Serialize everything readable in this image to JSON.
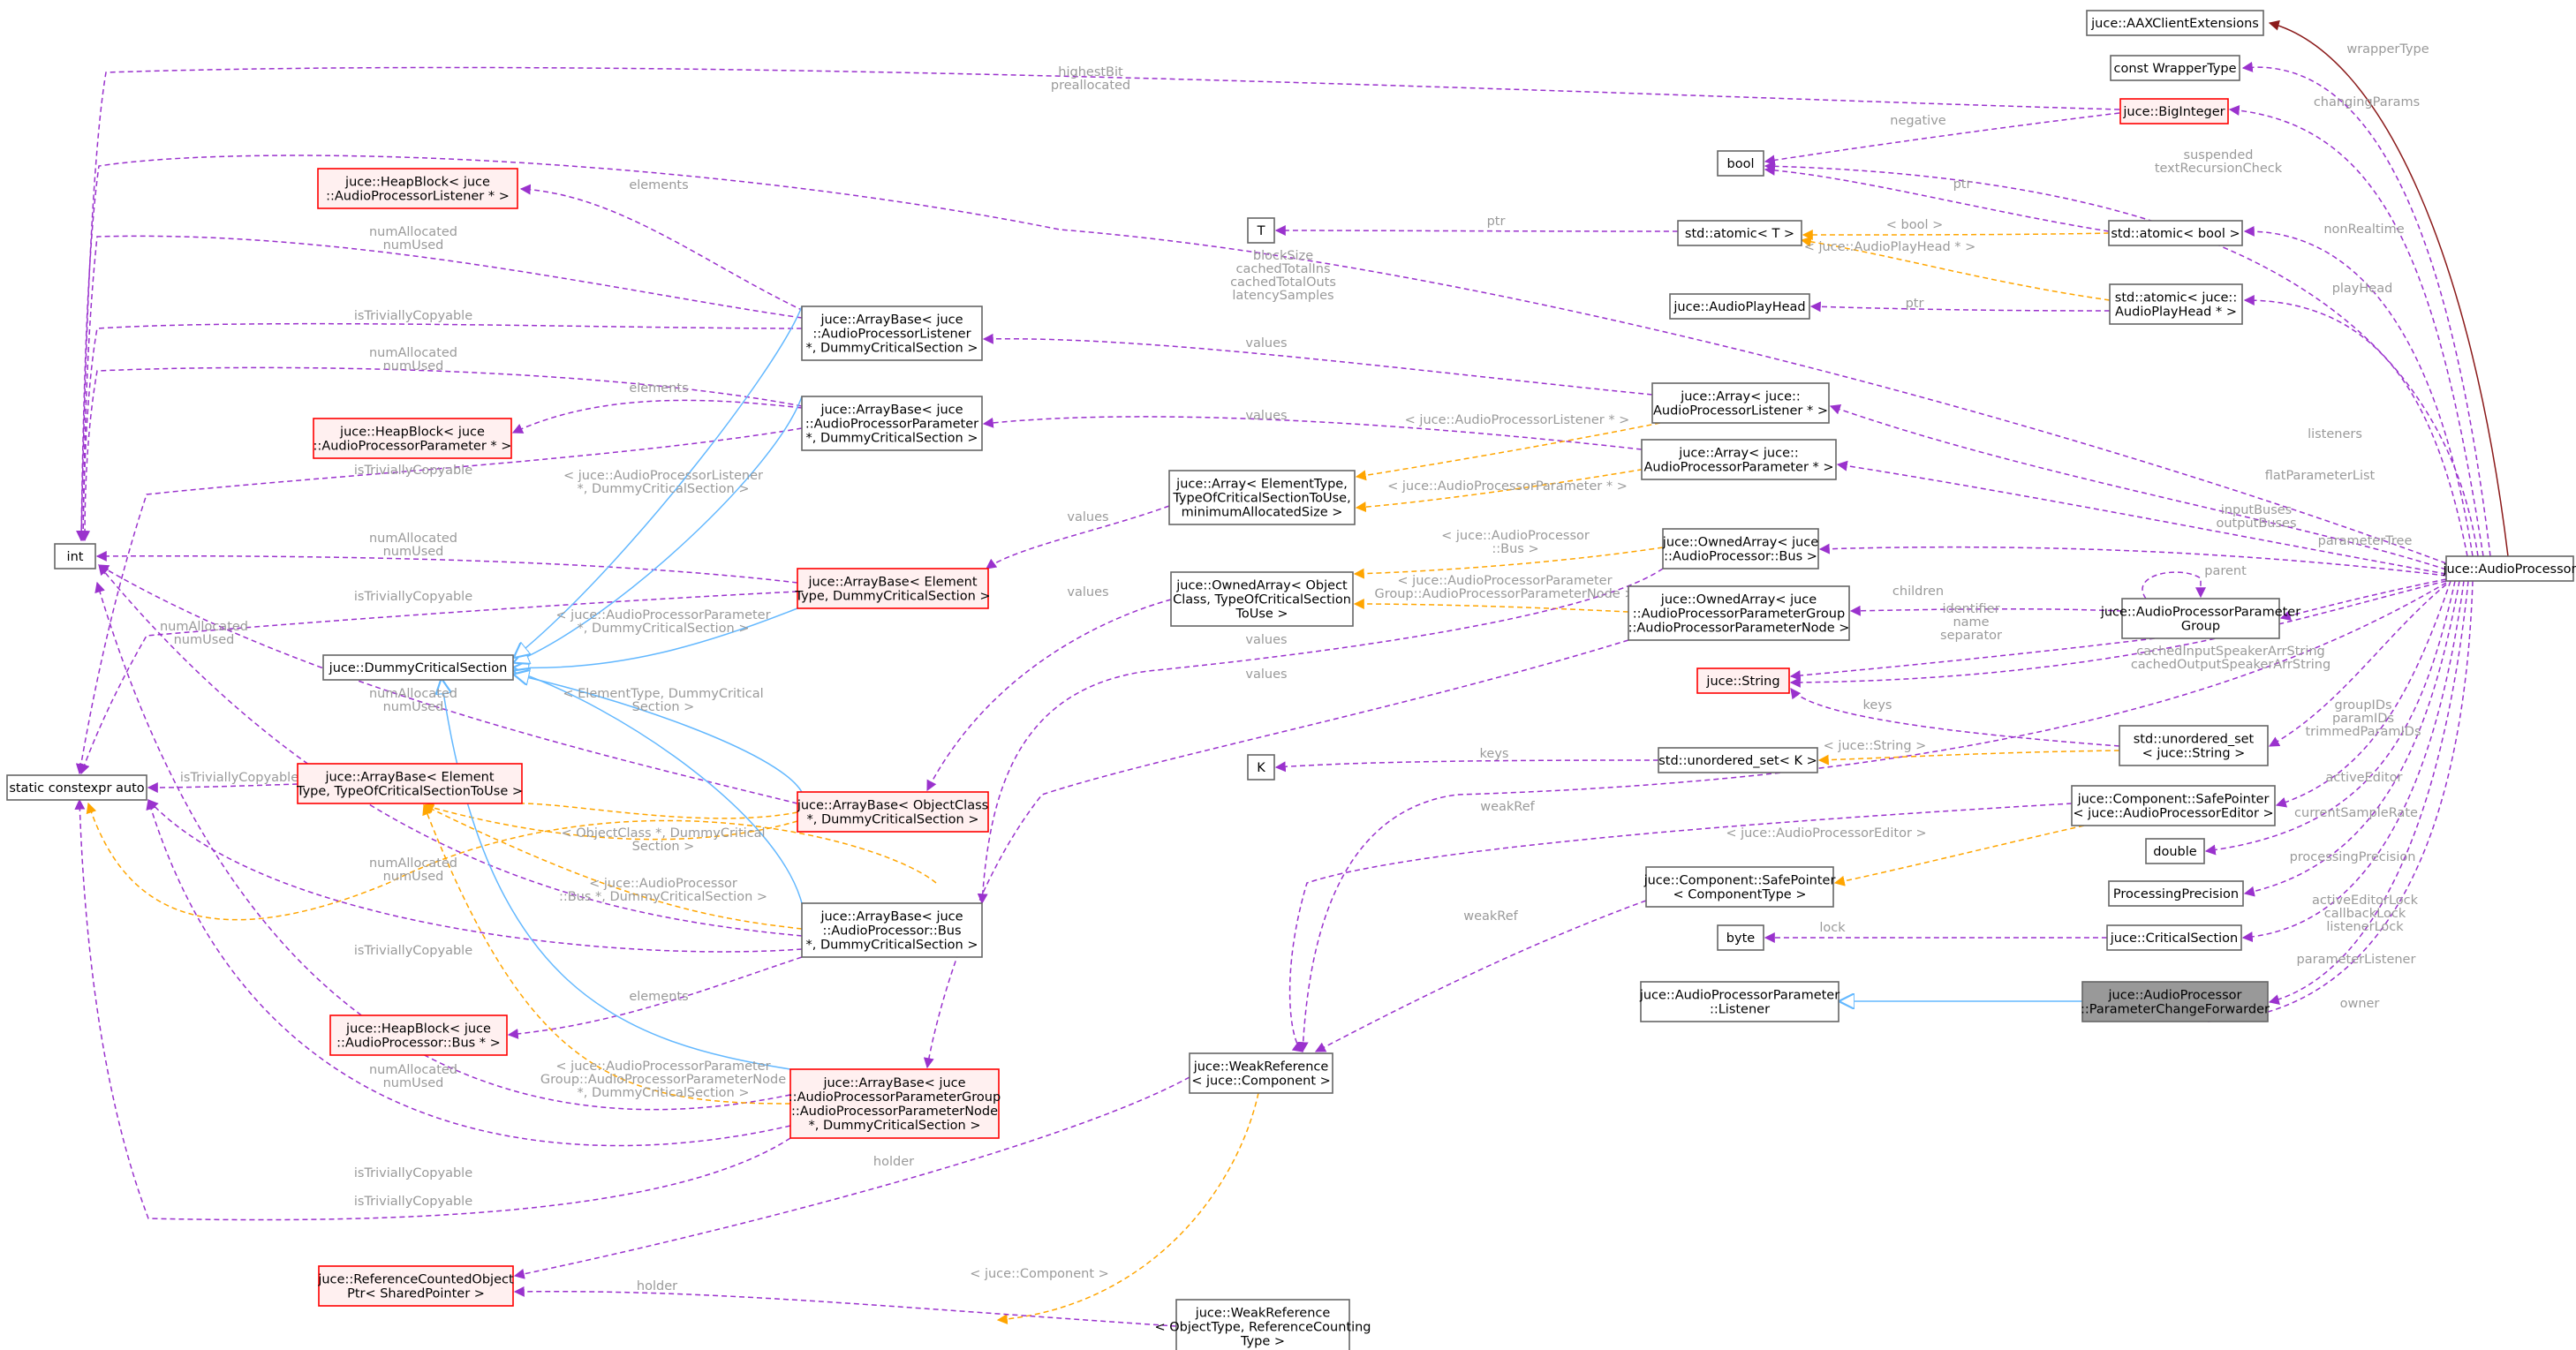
{
  "colors": {
    "member": "#9a32cd",
    "template": "#ffa500",
    "inherit": "#63b8ff",
    "extension": "#8b1a1a",
    "label": "#9a9a9a",
    "box_normal": "#666666",
    "box_red": "#ff0000",
    "box_red_fill": "#fff0f0",
    "box_focus_fill": "#999999"
  },
  "nodes": [
    {
      "id": "aax",
      "lines": [
        "juce::AAXClientExtensions"
      ]
    },
    {
      "id": "cwt",
      "lines": [
        "const WrapperType"
      ]
    },
    {
      "id": "bigint",
      "lines": [
        "juce::BigInteger"
      ]
    },
    {
      "id": "bool",
      "lines": [
        "bool"
      ]
    },
    {
      "id": "int",
      "lines": [
        "int"
      ]
    },
    {
      "id": "heap_listener",
      "lines": [
        "juce::HeapBlock< juce",
        "::AudioProcessorListener * >"
      ]
    },
    {
      "id": "T",
      "lines": [
        "T"
      ]
    },
    {
      "id": "atomicT",
      "lines": [
        "std::atomic< T >"
      ]
    },
    {
      "id": "atomicbool",
      "lines": [
        "std::atomic< bool >"
      ]
    },
    {
      "id": "playhead",
      "lines": [
        "juce::AudioPlayHead"
      ]
    },
    {
      "id": "atomicph",
      "lines": [
        "std::atomic< juce::",
        "AudioPlayHead * >"
      ]
    },
    {
      "id": "ab_listener",
      "lines": [
        "juce::ArrayBase< juce",
        "::AudioProcessorListener",
        "*, DummyCriticalSection >"
      ]
    },
    {
      "id": "ab_param",
      "lines": [
        "juce::ArrayBase< juce",
        "::AudioProcessorParameter",
        "*, DummyCriticalSection >"
      ]
    },
    {
      "id": "heap_param",
      "lines": [
        "juce::HeapBlock< juce",
        "::AudioProcessorParameter * >"
      ]
    },
    {
      "id": "arr_listener",
      "lines": [
        "juce::Array< juce::",
        "AudioProcessorListener * >"
      ]
    },
    {
      "id": "arr_param",
      "lines": [
        "juce::Array< juce::",
        "AudioProcessorParameter * >"
      ]
    },
    {
      "id": "arr_generic",
      "lines": [
        "juce::Array< ElementType,",
        "TypeOfCriticalSectionToUse,",
        "minimumAllocatedSize >"
      ]
    },
    {
      "id": "ab_elem_dummy",
      "lines": [
        "juce::ArrayBase< Element",
        "Type, DummyCriticalSection >"
      ]
    },
    {
      "id": "owned_generic",
      "lines": [
        "juce::OwnedArray< Object",
        "Class, TypeOfCriticalSection",
        "ToUse >"
      ]
    },
    {
      "id": "owned_bus",
      "lines": [
        "juce::OwnedArray< juce",
        "::AudioProcessor::Bus >"
      ]
    },
    {
      "id": "owned_group",
      "lines": [
        "juce::OwnedArray< juce",
        "::AudioProcessorParameterGroup",
        "::AudioProcessorParameterNode >"
      ]
    },
    {
      "id": "dcs",
      "lines": [
        "juce::DummyCriticalSection"
      ]
    },
    {
      "id": "sca",
      "lines": [
        "static constexpr auto"
      ]
    },
    {
      "id": "ab_elem_tcs",
      "lines": [
        "juce::ArrayBase< Element",
        "Type, TypeOfCriticalSectionToUse >"
      ]
    },
    {
      "id": "ab_objclass",
      "lines": [
        "juce::ArrayBase< ObjectClass",
        "*, DummyCriticalSection >"
      ]
    },
    {
      "id": "group",
      "lines": [
        "juce::AudioProcessorParameter",
        "Group"
      ]
    },
    {
      "id": "string",
      "lines": [
        "juce::String"
      ]
    },
    {
      "id": "K",
      "lines": [
        "K"
      ]
    },
    {
      "id": "uset_K",
      "lines": [
        "std::unordered_set< K >"
      ]
    },
    {
      "id": "uset_str",
      "lines": [
        "std::unordered_set",
        "< juce::String >"
      ]
    },
    {
      "id": "sp_editor",
      "lines": [
        "juce::Component::SafePointer",
        "< juce::AudioProcessorEditor >"
      ]
    },
    {
      "id": "double",
      "lines": [
        "double"
      ]
    },
    {
      "id": "precision",
      "lines": [
        "ProcessingPrecision"
      ]
    },
    {
      "id": "sp_comp",
      "lines": [
        "juce::Component::SafePointer",
        "< ComponentType >"
      ]
    },
    {
      "id": "ab_bus",
      "lines": [
        "juce::ArrayBase< juce",
        "::AudioProcessor::Bus",
        "*, DummyCriticalSection >"
      ]
    },
    {
      "id": "byte",
      "lines": [
        "byte"
      ]
    },
    {
      "id": "critsec",
      "lines": [
        "juce::CriticalSection"
      ]
    },
    {
      "id": "listener",
      "lines": [
        "juce::AudioProcessorParameter",
        "::Listener"
      ]
    },
    {
      "id": "forwarder",
      "lines": [
        "juce::AudioProcessor",
        "::ParameterChangeForwarder"
      ]
    },
    {
      "id": "heap_bus",
      "lines": [
        "juce::HeapBlock< juce",
        "::AudioProcessor::Bus * >"
      ]
    },
    {
      "id": "weak_comp",
      "lines": [
        "juce::WeakReference",
        "< juce::Component >"
      ]
    },
    {
      "id": "ab_group",
      "lines": [
        "juce::ArrayBase< juce",
        "::AudioProcessorParameterGroup",
        "::AudioProcessorParameterNode",
        "*, DummyCriticalSection >"
      ]
    },
    {
      "id": "refcounted",
      "lines": [
        "juce::ReferenceCountedObject",
        "Ptr< SharedPointer >"
      ]
    },
    {
      "id": "weak_generic",
      "lines": [
        "juce::WeakReference",
        "< ObjectType, ReferenceCounting",
        "Type >"
      ]
    },
    {
      "id": "processor",
      "lines": [
        "juce::AudioProcessor"
      ]
    }
  ],
  "edge_labels": [
    {
      "id": "l_wrapperType",
      "lines": [
        "wrapperType"
      ]
    },
    {
      "id": "l_changingParams",
      "lines": [
        "changingParams"
      ]
    },
    {
      "id": "l_highestBit",
      "lines": [
        "highestBit",
        "preallocated"
      ]
    },
    {
      "id": "l_negative",
      "lines": [
        "negative"
      ]
    },
    {
      "id": "l_suspended",
      "lines": [
        "suspended",
        "textRecursionCheck"
      ]
    },
    {
      "id": "l_ptr_bool",
      "lines": [
        "ptr"
      ]
    },
    {
      "id": "l_ptr_T",
      "lines": [
        "ptr"
      ]
    },
    {
      "id": "l_tbool",
      "lines": [
        "< bool >"
      ]
    },
    {
      "id": "l_nonRealtime",
      "lines": [
        "nonRealtime"
      ]
    },
    {
      "id": "l_blockSize",
      "lines": [
        "blockSize",
        "cachedTotalIns",
        "cachedTotalOuts",
        "latencySamples"
      ]
    },
    {
      "id": "l_tph",
      "lines": [
        "< juce::AudioPlayHead * >"
      ]
    },
    {
      "id": "l_playHead",
      "lines": [
        "playHead"
      ]
    },
    {
      "id": "l_ptr_ph",
      "lines": [
        "ptr"
      ]
    },
    {
      "id": "l_elements1",
      "lines": [
        "elements"
      ]
    },
    {
      "id": "l_numAlloc1",
      "lines": [
        "numAllocated",
        "numUsed"
      ]
    },
    {
      "id": "l_isTC1",
      "lines": [
        "isTriviallyCopyable"
      ]
    },
    {
      "id": "l_values1",
      "lines": [
        "values"
      ]
    },
    {
      "id": "l_numAlloc2",
      "lines": [
        "numAllocated",
        "numUsed"
      ]
    },
    {
      "id": "l_elements2",
      "lines": [
        "elements"
      ]
    },
    {
      "id": "l_values2",
      "lines": [
        "values"
      ]
    },
    {
      "id": "l_tlistener",
      "lines": [
        "< juce::AudioProcessorListener * >"
      ]
    },
    {
      "id": "l_listeners",
      "lines": [
        "listeners"
      ]
    },
    {
      "id": "l_isTC2",
      "lines": [
        "isTriviallyCopyable"
      ]
    },
    {
      "id": "l_tlistener2",
      "lines": [
        "< juce::AudioProcessorListener",
        "*, DummyCriticalSection >"
      ]
    },
    {
      "id": "l_tparam",
      "lines": [
        "< juce::AudioProcessorParameter * >"
      ]
    },
    {
      "id": "l_flatParam",
      "lines": [
        "flatParameterList"
      ]
    },
    {
      "id": "l_values3",
      "lines": [
        "values"
      ]
    },
    {
      "id": "l_tbus",
      "lines": [
        "< juce::AudioProcessor",
        "::Bus >"
      ]
    },
    {
      "id": "l_inputBuses",
      "lines": [
        "inputBuses",
        "outputBuses"
      ]
    },
    {
      "id": "l_numAlloc3",
      "lines": [
        "numAllocated",
        "numUsed"
      ]
    },
    {
      "id": "l_values4",
      "lines": [
        "values"
      ]
    },
    {
      "id": "l_parameterTree",
      "lines": [
        "parameterTree"
      ]
    },
    {
      "id": "l_tgroup",
      "lines": [
        "< juce::AudioProcessorParameter",
        "Group::AudioProcessorParameterNode >"
      ]
    },
    {
      "id": "l_children",
      "lines": [
        "children"
      ]
    },
    {
      "id": "l_parent",
      "lines": [
        "parent"
      ]
    },
    {
      "id": "l_isTC3",
      "lines": [
        "isTriviallyCopyable"
      ]
    },
    {
      "id": "l_tparam2",
      "lines": [
        "< juce::AudioProcessorParameter",
        "*, DummyCriticalSection >"
      ]
    },
    {
      "id": "l_identifier",
      "lines": [
        "identifier",
        "name",
        "separator"
      ]
    },
    {
      "id": "l_values5",
      "lines": [
        "values"
      ]
    },
    {
      "id": "l_cachedInput",
      "lines": [
        "cachedInputSpeakerArrString",
        "cachedOutputSpeakerArrString"
      ]
    },
    {
      "id": "l_numAlloc4",
      "lines": [
        "numAllocated",
        "numUsed"
      ]
    },
    {
      "id": "l_values6",
      "lines": [
        "values"
      ]
    },
    {
      "id": "l_numAlloc5",
      "lines": [
        "numAllocated",
        "numUsed"
      ]
    },
    {
      "id": "l_telem",
      "lines": [
        "< ElementType, DummyCritical",
        "Section >"
      ]
    },
    {
      "id": "l_keys1",
      "lines": [
        "keys"
      ]
    },
    {
      "id": "l_groupIDs",
      "lines": [
        "groupIDs",
        "paramIDs",
        "trimmedParamIDs"
      ]
    },
    {
      "id": "l_isTC4",
      "lines": [
        "isTriviallyCopyable"
      ]
    },
    {
      "id": "l_keys2",
      "lines": [
        "keys"
      ]
    },
    {
      "id": "l_tstring",
      "lines": [
        "< juce::String >"
      ]
    },
    {
      "id": "l_activeEditor",
      "lines": [
        "activeEditor"
      ]
    },
    {
      "id": "l_weakRef1",
      "lines": [
        "weakRef"
      ]
    },
    {
      "id": "l_currentSampleRate",
      "lines": [
        "currentSampleRate"
      ]
    },
    {
      "id": "l_tobj",
      "lines": [
        "< ObjectClass *, DummyCritical",
        "Section >"
      ]
    },
    {
      "id": "l_teditor",
      "lines": [
        "< juce::AudioProcessorEditor >"
      ]
    },
    {
      "id": "l_processingPrecision",
      "lines": [
        "processingPrecision"
      ]
    },
    {
      "id": "l_numAlloc6",
      "lines": [
        "numAllocated",
        "numUsed"
      ]
    },
    {
      "id": "l_tbus2",
      "lines": [
        "< juce::AudioProcessor",
        "::Bus *, DummyCriticalSection >"
      ]
    },
    {
      "id": "l_weakRef2",
      "lines": [
        "weakRef"
      ]
    },
    {
      "id": "l_activeEditorLock",
      "lines": [
        "activeEditorLock",
        "callbackLock",
        "listenerLock"
      ]
    },
    {
      "id": "l_lock",
      "lines": [
        "lock"
      ]
    },
    {
      "id": "l_isTC5",
      "lines": [
        "isTriviallyCopyable"
      ]
    },
    {
      "id": "l_parameterListener",
      "lines": [
        "parameterListener"
      ]
    },
    {
      "id": "l_elements3",
      "lines": [
        "elements"
      ]
    },
    {
      "id": "l_owner",
      "lines": [
        "owner"
      ]
    },
    {
      "id": "l_numAlloc7",
      "lines": [
        "numAllocated",
        "numUsed"
      ]
    },
    {
      "id": "l_tgroup2",
      "lines": [
        "< juce::AudioProcessorParameter",
        "Group::AudioProcessorParameterNode",
        "*, DummyCriticalSection >"
      ]
    },
    {
      "id": "l_holder1",
      "lines": [
        "holder"
      ]
    },
    {
      "id": "l_isTC6",
      "lines": [
        "isTriviallyCopyable"
      ]
    },
    {
      "id": "l_isTC7",
      "lines": [
        "isTriviallyCopyable"
      ]
    },
    {
      "id": "l_tcomp",
      "lines": [
        "< juce::Component >"
      ]
    },
    {
      "id": "l_holder2",
      "lines": [
        "holder"
      ]
    }
  ]
}
